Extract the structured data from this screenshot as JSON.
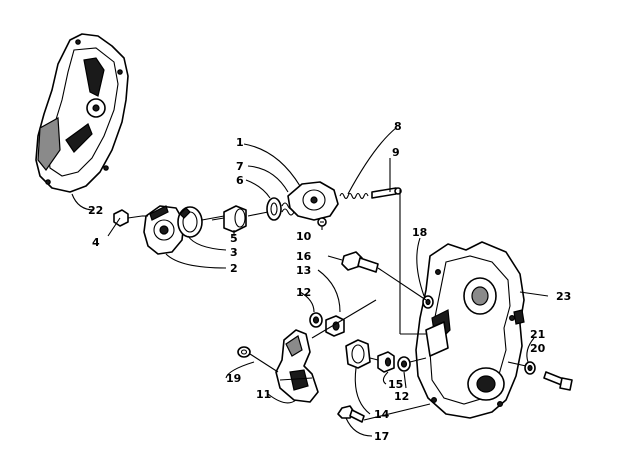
{
  "callouts": [
    {
      "id": "c1",
      "label": "1"
    },
    {
      "id": "c2",
      "label": "2"
    },
    {
      "id": "c3",
      "label": "3"
    },
    {
      "id": "c4",
      "label": "4"
    },
    {
      "id": "c5",
      "label": "5"
    },
    {
      "id": "c6",
      "label": "6"
    },
    {
      "id": "c7",
      "label": "7"
    },
    {
      "id": "c8",
      "label": "8"
    },
    {
      "id": "c9",
      "label": "9"
    },
    {
      "id": "c10",
      "label": "10"
    },
    {
      "id": "c11",
      "label": "11"
    },
    {
      "id": "c12a",
      "label": "12"
    },
    {
      "id": "c12b",
      "label": "12"
    },
    {
      "id": "c13",
      "label": "13"
    },
    {
      "id": "c14",
      "label": "14"
    },
    {
      "id": "c15",
      "label": "15"
    },
    {
      "id": "c16",
      "label": "16"
    },
    {
      "id": "c17",
      "label": "17"
    },
    {
      "id": "c18",
      "label": "18"
    },
    {
      "id": "c19",
      "label": "19"
    },
    {
      "id": "c20",
      "label": "20"
    },
    {
      "id": "c21",
      "label": "21"
    },
    {
      "id": "c22",
      "label": "22"
    },
    {
      "id": "c23",
      "label": "23"
    }
  ]
}
